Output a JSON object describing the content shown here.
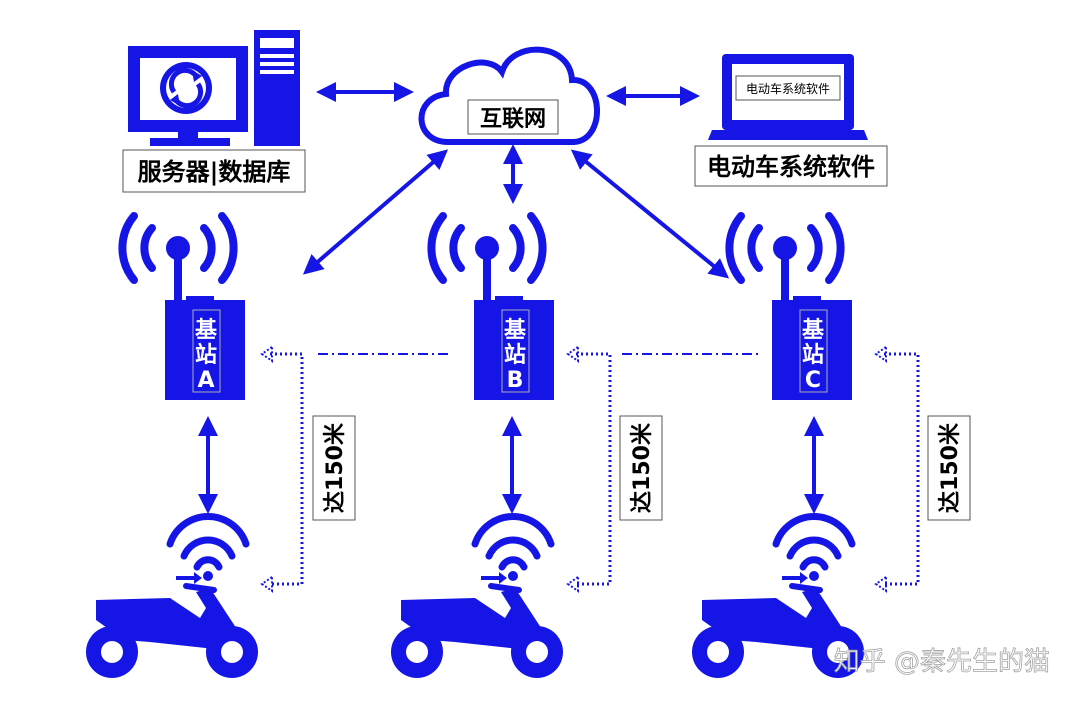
{
  "colors": {
    "primary": "#1515e6",
    "text": "#000000",
    "watermark": "#ffffff"
  },
  "server": {
    "label": "服务器|数据库",
    "icon": "computer-tower-icon"
  },
  "cloud": {
    "label": "互联网",
    "icon": "cloud-icon"
  },
  "laptop": {
    "screen_text": "电动车系统软件",
    "label": "电动车系统软件",
    "icon": "laptop-icon"
  },
  "stations": [
    {
      "line1": "基",
      "line2": "站",
      "letter": "A",
      "icon": "base-station-icon"
    },
    {
      "line1": "基",
      "line2": "站",
      "letter": "B",
      "icon": "base-station-icon"
    },
    {
      "line1": "基",
      "line2": "站",
      "letter": "C",
      "icon": "base-station-icon"
    }
  ],
  "range_labels": [
    "达150米",
    "达150米",
    "达150米"
  ],
  "vehicle_icon": "electric-scooter-icon",
  "watermark": "知乎 @秦先生的猫"
}
